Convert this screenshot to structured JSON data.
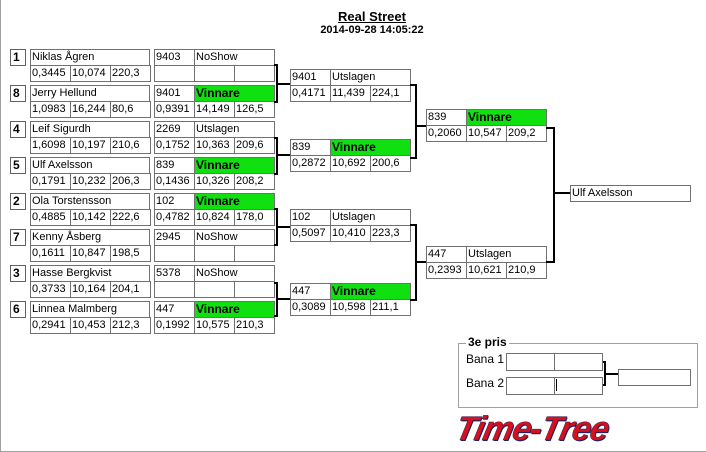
{
  "header": {
    "title": "Real Street",
    "datetime": "2014-09-28 14:05:22"
  },
  "round1": [
    {
      "seed": "1",
      "name": "Niklas Ågren",
      "stats": [
        "0,3445",
        "10,074",
        "220,3"
      ],
      "lane": {
        "id": "9403",
        "status": "NoShow",
        "stats": [
          "",
          "",
          ""
        ]
      }
    },
    {
      "seed": "8",
      "name": "Jerry Hellund",
      "stats": [
        "1,0983",
        "16,244",
        "80,6"
      ],
      "lane": {
        "id": "9401",
        "status": "Vinnare",
        "stats": [
          "0,9391",
          "14,149",
          "126,5"
        ]
      }
    },
    {
      "seed": "4",
      "name": "Leif Sigurdh",
      "stats": [
        "1,6098",
        "10,197",
        "210,6"
      ],
      "lane": {
        "id": "2269",
        "status": "Utslagen",
        "stats": [
          "0,1752",
          "10,363",
          "209,6"
        ]
      }
    },
    {
      "seed": "5",
      "name": "Ulf Axelsson",
      "stats": [
        "0,1791",
        "10,232",
        "206,3"
      ],
      "lane": {
        "id": "839",
        "status": "Vinnare",
        "stats": [
          "0,1436",
          "10,326",
          "208,2"
        ]
      }
    },
    {
      "seed": "2",
      "name": "Ola Torstensson",
      "stats": [
        "0,4885",
        "10,142",
        "222,6"
      ],
      "lane": {
        "id": "102",
        "status": "Vinnare",
        "stats": [
          "0,4782",
          "10,824",
          "178,0"
        ]
      }
    },
    {
      "seed": "7",
      "name": "Kenny Åsberg",
      "stats": [
        "0,1611",
        "10,847",
        "198,5"
      ],
      "lane": {
        "id": "2945",
        "status": "NoShow",
        "stats": [
          "",
          "",
          ""
        ]
      }
    },
    {
      "seed": "3",
      "name": "Hasse Bergkvist",
      "stats": [
        "0,3733",
        "10,164",
        "204,1"
      ],
      "lane": {
        "id": "5378",
        "status": "NoShow",
        "stats": [
          "",
          "",
          ""
        ]
      }
    },
    {
      "seed": "6",
      "name": "Linnea Malmberg",
      "stats": [
        "0,2941",
        "10,453",
        "212,3"
      ],
      "lane": {
        "id": "447",
        "status": "Vinnare",
        "stats": [
          "0,1992",
          "10,575",
          "210,3"
        ]
      }
    }
  ],
  "round2": [
    {
      "id": "9401",
      "status": "Utslagen",
      "stats": [
        "0,4171",
        "11,439",
        "224,1"
      ]
    },
    {
      "id": "839",
      "status": "Vinnare",
      "stats": [
        "0,2872",
        "10,692",
        "200,6"
      ]
    },
    {
      "id": "102",
      "status": "Utslagen",
      "stats": [
        "0,5097",
        "10,410",
        "223,3"
      ]
    },
    {
      "id": "447",
      "status": "Vinnare",
      "stats": [
        "0,3089",
        "10,598",
        "211,1"
      ]
    }
  ],
  "round3": [
    {
      "id": "839",
      "status": "Vinnare",
      "stats": [
        "0,2060",
        "10,547",
        "209,2"
      ]
    },
    {
      "id": "447",
      "status": "Utslagen",
      "stats": [
        "0,2393",
        "10,621",
        "210,9"
      ]
    }
  ],
  "final": {
    "winner": "Ulf Axelsson"
  },
  "third_place": {
    "title": "3e pris",
    "lane1_label": "Bana 1",
    "lane2_label": "Bana 2"
  },
  "logo": {
    "text": "Time-Tree"
  },
  "colors": {
    "winner": "#10e010",
    "logo": "#d8101c"
  }
}
